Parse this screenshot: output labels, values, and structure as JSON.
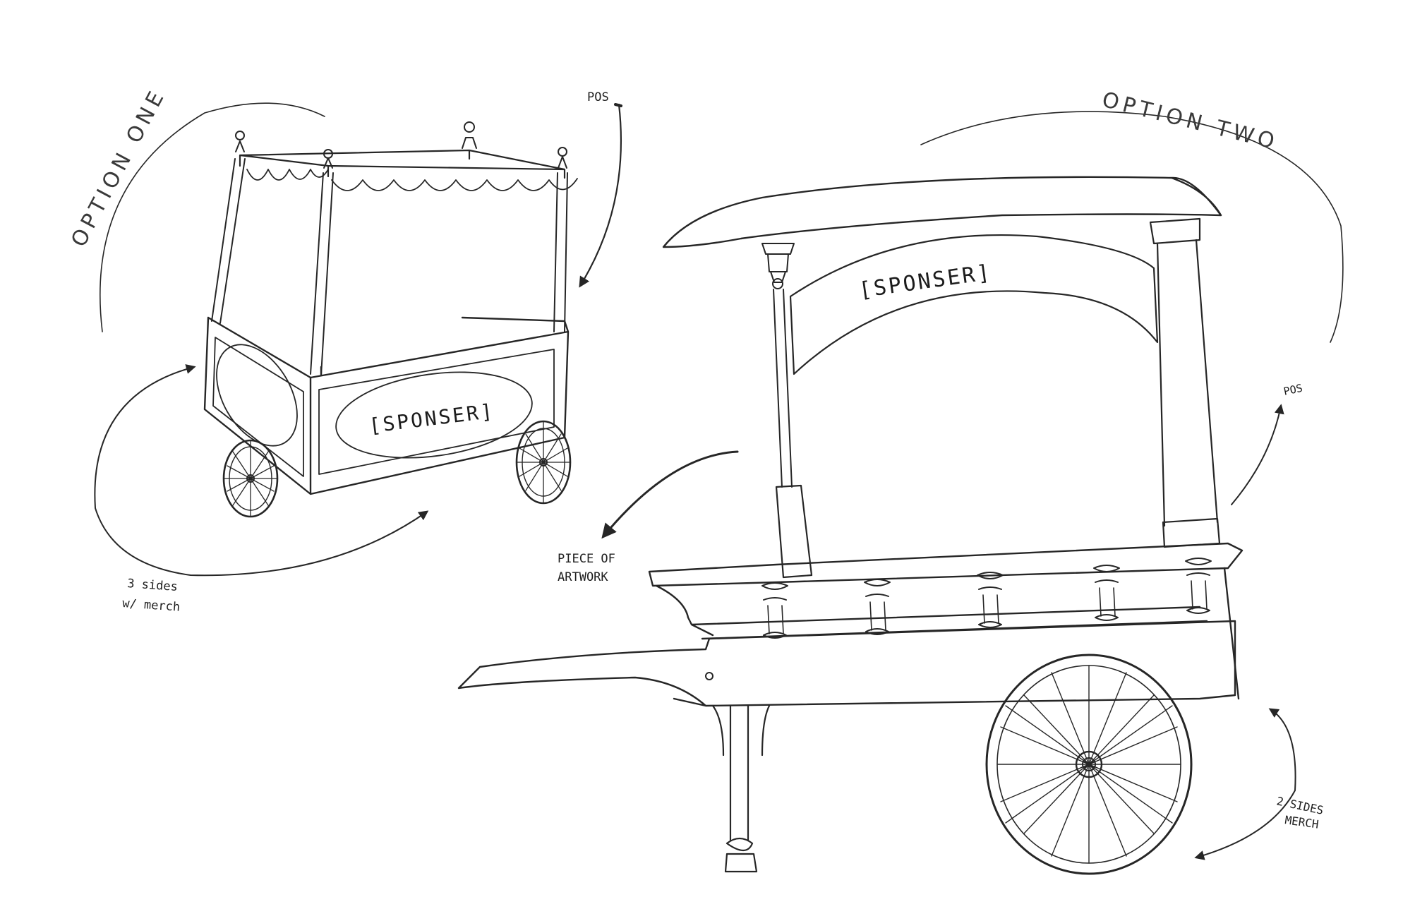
{
  "ink_color": "#262626",
  "background_color": "#ffffff",
  "option_one": {
    "title": "OPTION ONE",
    "sponsor_label": "[SPONSER]",
    "pos_label": "POS",
    "merch_label_line1": "3 sides",
    "merch_label_line2": "w/ merch"
  },
  "option_two": {
    "title": "OPTION TWO",
    "sponsor_label": "[SPONSER]",
    "pos_label": "POS",
    "artwork_label_line1": "PIECE OF",
    "artwork_label_line2": "ARTWORK",
    "merch_label_line1": "2 SIDES",
    "merch_label_line2": "MERCH"
  }
}
